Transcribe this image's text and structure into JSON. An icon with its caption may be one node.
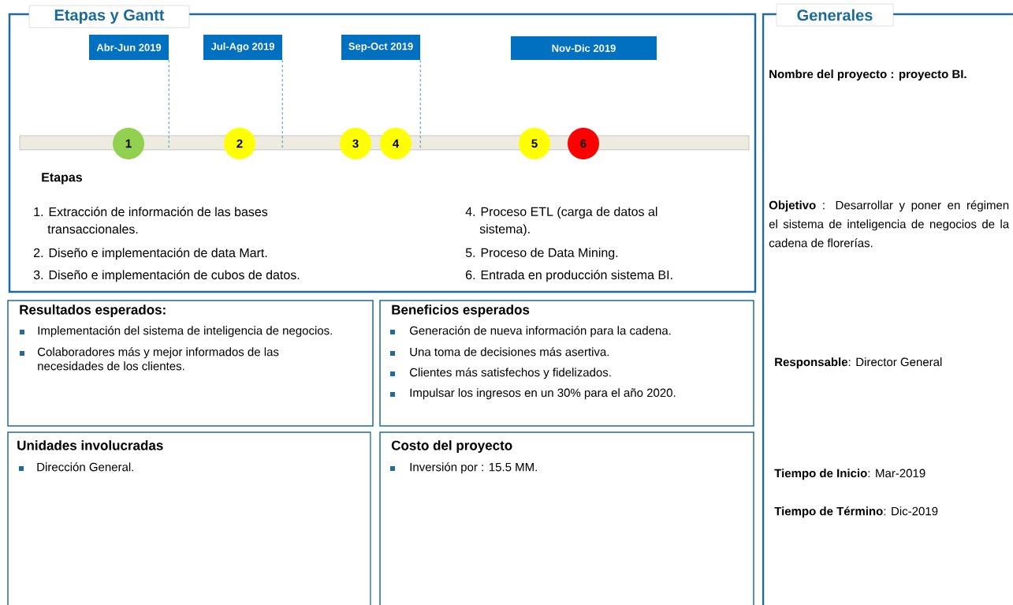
{
  "diagram": {
    "nodes": [
      {
        "text": [
          "Etapas y Gantt",
          "Etapas",
          "1. Extracción de información de las bases transaccionales.",
          "2. Diseño e implementación de data Mart.",
          "3. Diseño e implementación de cubos de datos.",
          "4. Proceso ETL (carga de datos al sistema).",
          "5. Proceso de Data Mining.",
          "6. Entrada en producción sistema BI."
        ]
      },
      {
        "text": [
          "Abr-Jun 2019"
        ],
        "in": 0
      },
      {
        "text": [
          "Jul-Ago 2019"
        ],
        "in": 0
      },
      {
        "text": [
          "Sep-Oct 2019"
        ],
        "in": 0
      },
      {
        "text": [
          "Nov-Dic 2019"
        ],
        "in": 0
      },
      {
        "text": [
          "1"
        ],
        "in": 0
      },
      {
        "text": [
          "2"
        ],
        "in": 0
      },
      {
        "text": [
          "3"
        ],
        "in": 0
      },
      {
        "text": [
          "4"
        ],
        "in": 0
      },
      {
        "text": [
          "5"
        ],
        "in": 0
      },
      {
        "text": [
          "6"
        ],
        "in": 0
      },
      {
        "text": [
          "Resultados esperados:",
          "Implementación del sistema de inteligencia de negocios.",
          "Colaboradores más y mejor informados de las necesidades de los clientes."
        ]
      },
      {
        "text": [
          "Beneficios esperados",
          "Generación de nueva información para la cadena.",
          "Una toma de decisiones más asertiva.",
          "Clientes más satisfechos y fidelizados.",
          "Impulsar los ingresos en un 30% para el año 2020."
        ]
      },
      {
        "text": [
          "Unidades involucradas",
          "Dirección General."
        ]
      },
      {
        "text": [
          "Costo del proyecto",
          "Inversión por : 15.5 MM."
        ]
      },
      {
        "text": [],
        "shape": "bar",
        "in": 0
      },
      {
        "text": [
          "Generales",
          "Nombre del proyecto : proyecto BI.",
          "**Objetivo** : Desarrollar y poner en régimen el sistema de inteligencia de negocios de la cadena de florerías.",
          "**Responsable**: Director General",
          "**Tiempo de Inicio**: Mar-2019",
          "**Tiempo de Término**: Dic-2019"
        ]
      }
    ],
    "edges": [
      {
        "from": 1,
        "to": 15,
        "arrow": "none",
        "style": "dashed"
      },
      {
        "from": 2,
        "to": 15,
        "arrow": "none",
        "style": "dashed"
      },
      {
        "from": 3,
        "to": 15,
        "arrow": "none",
        "style": "dashed"
      }
    ]
  }
}
